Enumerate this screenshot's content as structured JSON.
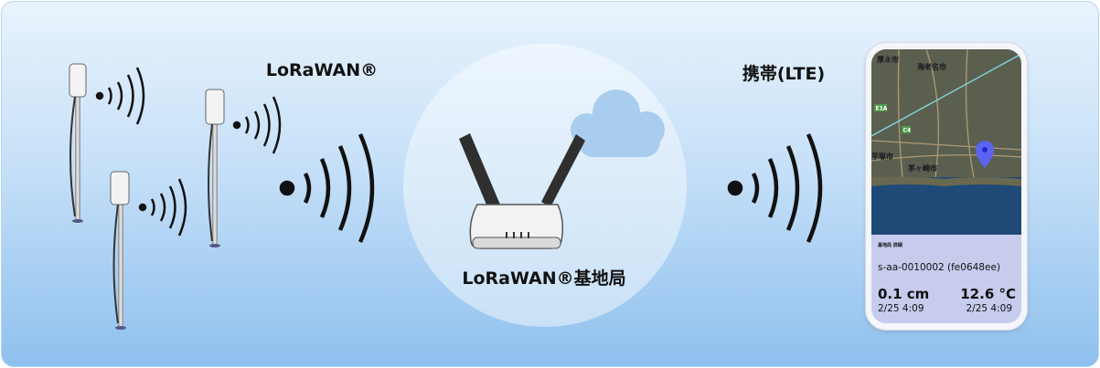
{
  "labels": {
    "lorawan": "LoRaWAN®",
    "gateway": "LoRaWAN®基地局",
    "lte": "携帯(LTE)"
  },
  "phone": {
    "header_small": "基地局 詳細",
    "device_id": "s-aa-0010002 (fe0648ee)",
    "reading_1": {
      "value": "0.1 cm",
      "time": "2/25 4:09"
    },
    "reading_2": {
      "value": "12.6 °C",
      "time": "2/25 4:09"
    },
    "map_labels": [
      "厚木市",
      "海老名市",
      "平塚市",
      "茅ヶ崎市",
      "E1A",
      "C4"
    ]
  },
  "icons": [
    "sensor-pole-icon",
    "radio-wave-icon",
    "router-icon",
    "cloud-icon",
    "location-pin-icon"
  ],
  "colors": {
    "background_top": "#e9f3fd",
    "background_bottom": "#8fc0ee",
    "pin": "#5b63f0",
    "cloud": "#aacdee"
  }
}
